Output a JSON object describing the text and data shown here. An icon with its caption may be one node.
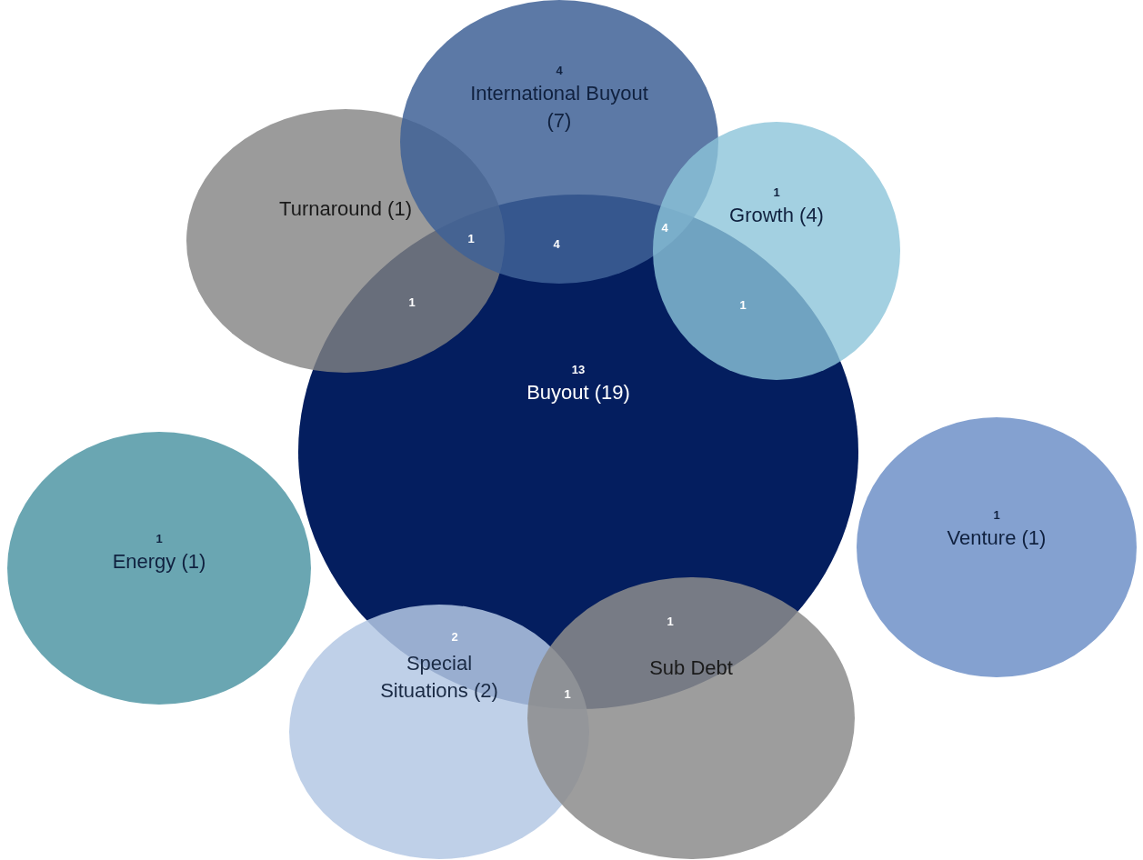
{
  "diagram": {
    "nodes": [
      {
        "text": [
          "4",
          "International Buyout (7)"
        ]
      },
      {
        "text": [
          "Turnaround (1)"
        ]
      },
      {
        "text": [
          "1",
          "Growth (4)"
        ]
      },
      {
        "text": [
          "13",
          "Buyout (19)"
        ]
      },
      {
        "text": [
          "1",
          "Energy (1)"
        ]
      },
      {
        "text": [
          "1",
          "Venture (1)"
        ]
      },
      {
        "text": [
          "Special Situations (2)"
        ]
      },
      {
        "text": [
          "Sub Debt"
        ]
      }
    ],
    "edges": [],
    "labels": [
      "4",
      "1",
      "4",
      "1",
      "1",
      "1",
      "2",
      "1"
    ]
  }
}
